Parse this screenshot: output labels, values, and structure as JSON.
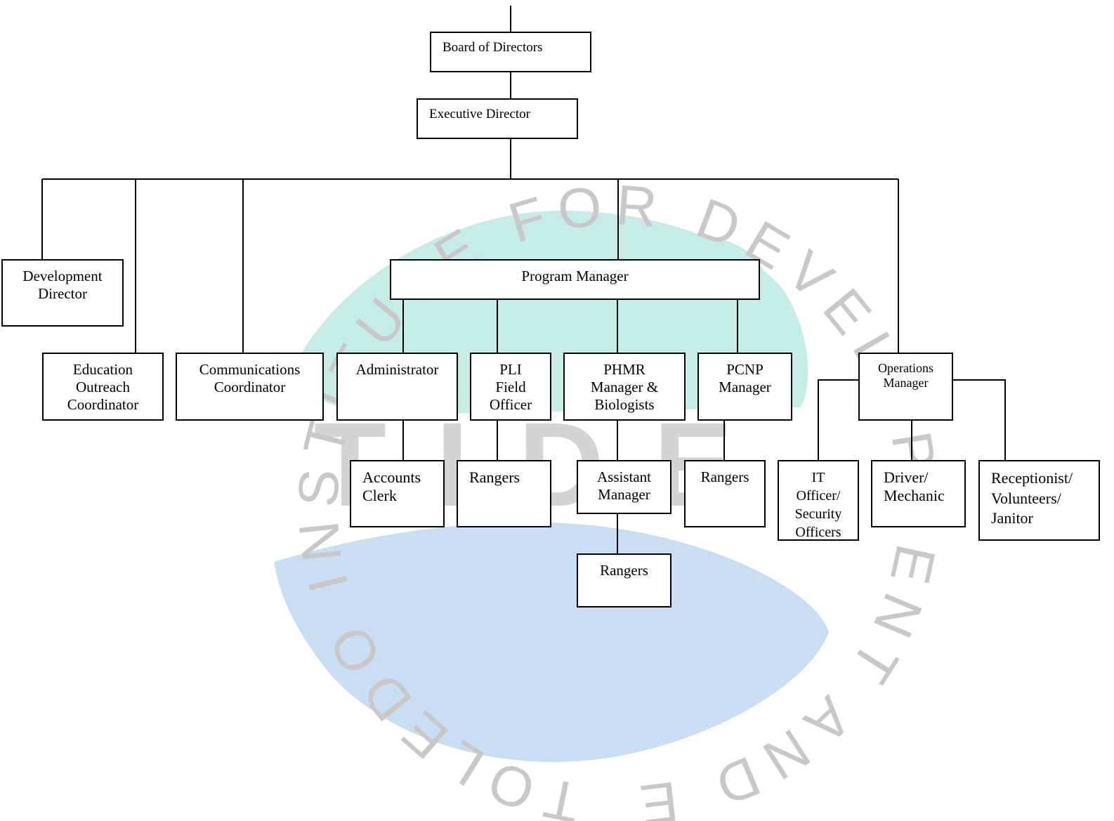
{
  "watermark": {
    "ring_text": "TOLEDO INSTITUTE FOR DEVELOPMENT AND ENVIRONMENT",
    "logo_letters": "TIDE",
    "colors": {
      "teal": "#c6ece6",
      "blue": "#c9ddf3",
      "gray": "#c8c8c8"
    }
  },
  "nodes": {
    "board": "Board of Directors",
    "exec": "Executive Director",
    "dev": "Development\nDirector",
    "edu": "Education\nOutreach\nCoordinator",
    "comm": "Communications\nCoordinator",
    "prog": "Program Manager",
    "admin": "Administrator",
    "pli": "PLI\nField\nOfficer",
    "phmr": "PHMR\nManager  &\nBiologists",
    "pcnp": "PCNP\nManager",
    "ops": "Operations\nManager",
    "accounts": "Accounts\nClerk",
    "rangers_pli": "Rangers",
    "asst": "Assistant\nManager",
    "rangers_pcnp": "Rangers",
    "it": "IT\nOfficer/\nSecurity\nOfficers",
    "driver": "Driver/\nMechanic",
    "recep": "Receptionist/\nVolunteers/\nJanitor",
    "rangers_asst": "Rangers"
  }
}
